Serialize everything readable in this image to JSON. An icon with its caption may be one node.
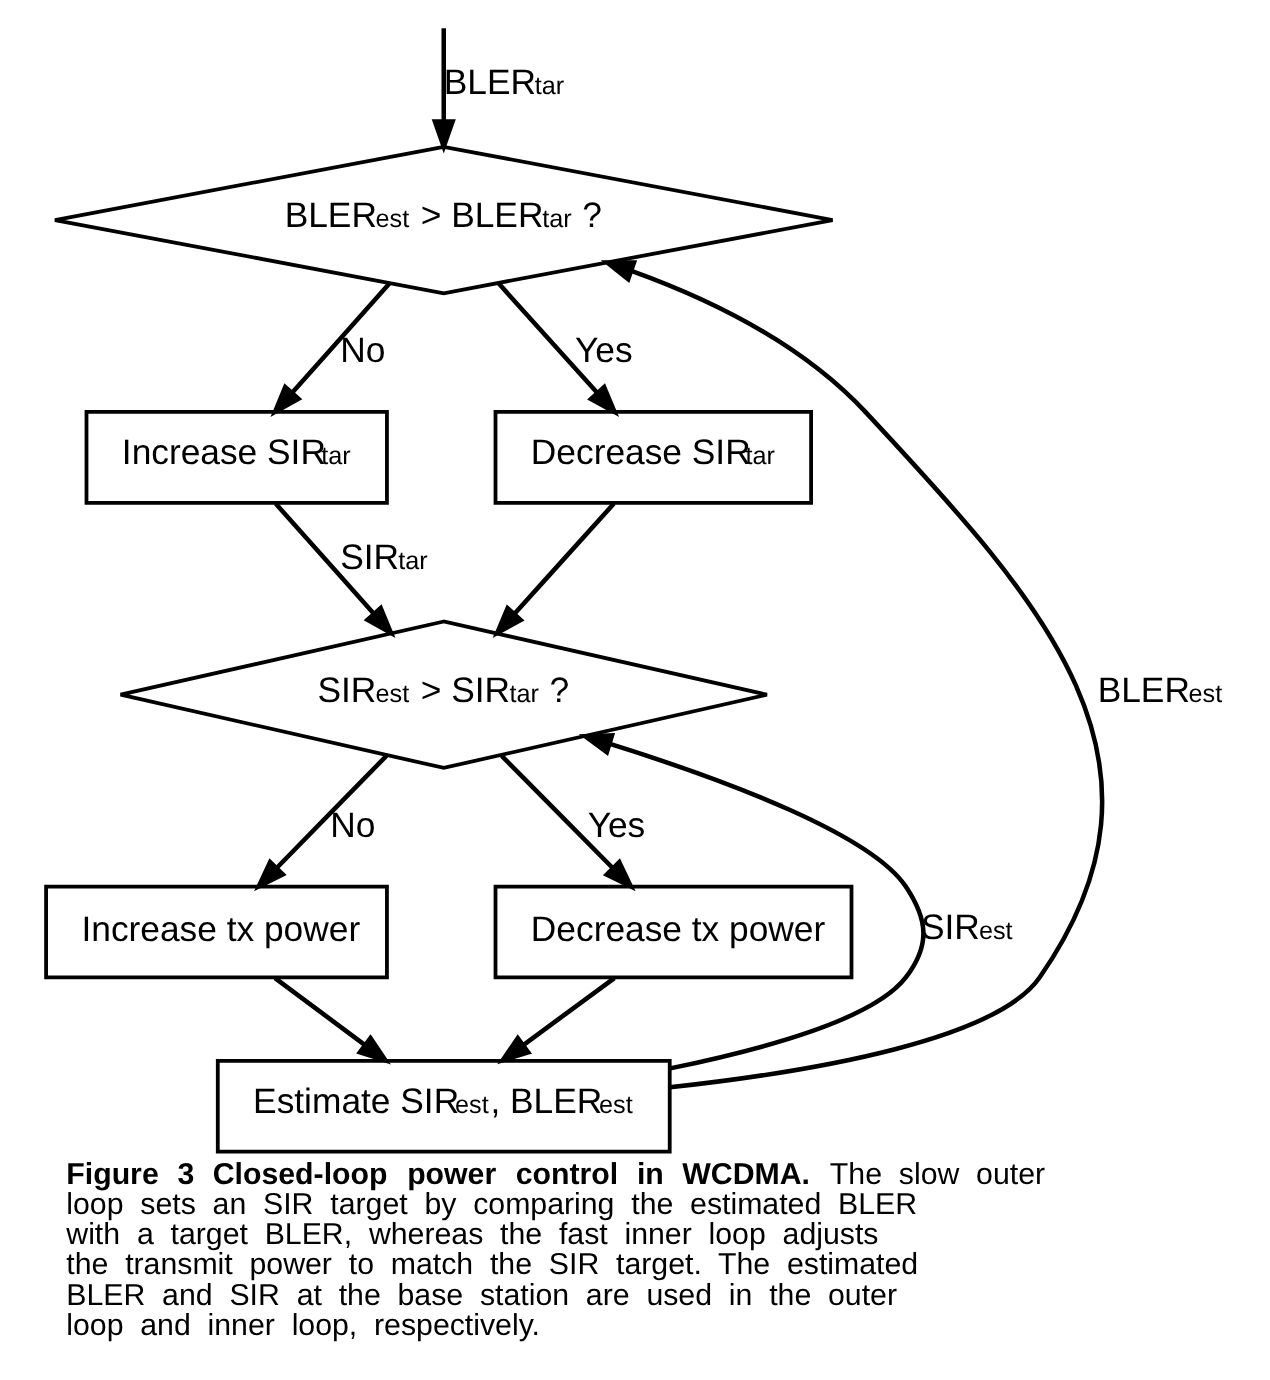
{
  "diagram": {
    "caption": "**Figure 3 Closed-loop power control in WCDMA.** The slow outer loop sets an SIR target by comparing the estimated BLER with a target BLER, whereas the fast inner loop adjusts the transmit power to match the SIR target. The estimated BLER and SIR at the base station are used in the outer loop and inner loop, respectively.",
    "nodes": [
      {
        "text": [
          "BLER$_{est}$ > BLER$_{tar}$ ?"
        ]
      },
      {
        "text": [
          "Increase SIR$_{tar}$"
        ]
      },
      {
        "text": [
          "Decrease SIR$_{tar}$"
        ]
      },
      {
        "text": [
          "SIR$_{est}$ > SIR$_{tar}$ ?"
        ]
      },
      {
        "text": [
          "Increase tx power"
        ]
      },
      {
        "text": [
          "Decrease tx power"
        ]
      },
      {
        "text": [
          "Estimate SIR$_{est}$, BLER$_{est}$"
        ]
      }
    ],
    "edges": [
      {
        "from": null,
        "to": 0,
        "arrow": "to",
        "label": "BLER$_{tar}$"
      },
      {
        "from": 0,
        "to": 1,
        "arrow": "to",
        "label": "No"
      },
      {
        "from": 0,
        "to": 2,
        "arrow": "to",
        "label": "Yes"
      },
      {
        "from": 1,
        "to": 3,
        "arrow": "to",
        "label": "SIR$_{tar}$"
      },
      {
        "from": 2,
        "to": 3,
        "arrow": "to"
      },
      {
        "from": 3,
        "to": 4,
        "arrow": "to",
        "label": "No"
      },
      {
        "from": 3,
        "to": 5,
        "arrow": "to",
        "label": "Yes"
      },
      {
        "from": 4,
        "to": 6,
        "arrow": "to"
      },
      {
        "from": 5,
        "to": 6,
        "arrow": "to"
      },
      {
        "from": 6,
        "to": 0,
        "arrow": "to",
        "label": "BLER$_{est}$"
      },
      {
        "from": 6,
        "to": 3,
        "arrow": "to",
        "label": "SIR$_{est}$"
      }
    ]
  }
}
